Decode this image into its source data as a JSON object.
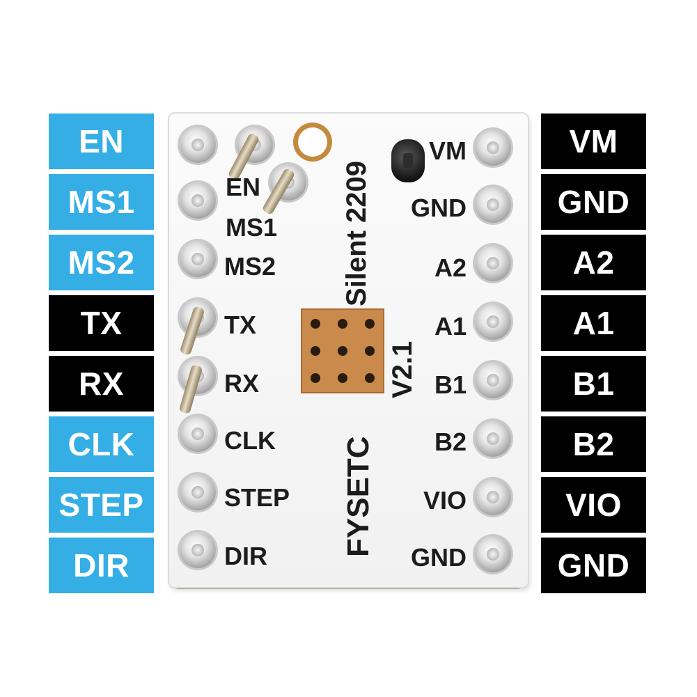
{
  "left_labels": [
    {
      "text": "EN",
      "color": "#35aee6"
    },
    {
      "text": "MS1",
      "color": "#35aee6"
    },
    {
      "text": "MS2",
      "color": "#35aee6"
    },
    {
      "text": "TX",
      "color": "#000000"
    },
    {
      "text": "RX",
      "color": "#000000"
    },
    {
      "text": "CLK",
      "color": "#35aee6"
    },
    {
      "text": "STEP",
      "color": "#35aee6"
    },
    {
      "text": "DIR",
      "color": "#35aee6"
    }
  ],
  "right_labels": [
    {
      "text": "VM",
      "color": "#000000"
    },
    {
      "text": "GND",
      "color": "#000000"
    },
    {
      "text": "A2",
      "color": "#000000"
    },
    {
      "text": "A1",
      "color": "#000000"
    },
    {
      "text": "B1",
      "color": "#000000"
    },
    {
      "text": "B2",
      "color": "#000000"
    },
    {
      "text": "VIO",
      "color": "#000000"
    },
    {
      "text": "GND",
      "color": "#000000"
    }
  ],
  "board": {
    "left_silk": [
      "EN",
      "MS1",
      "MS2",
      "TX",
      "RX",
      "CLK",
      "STEP",
      "DIR"
    ],
    "right_silk": [
      "VM",
      "GND",
      "A2",
      "A1",
      "B1",
      "B2",
      "VIO",
      "GND"
    ],
    "model": "Silent 2209",
    "version": "V2.1",
    "brand": "FYSETC"
  }
}
